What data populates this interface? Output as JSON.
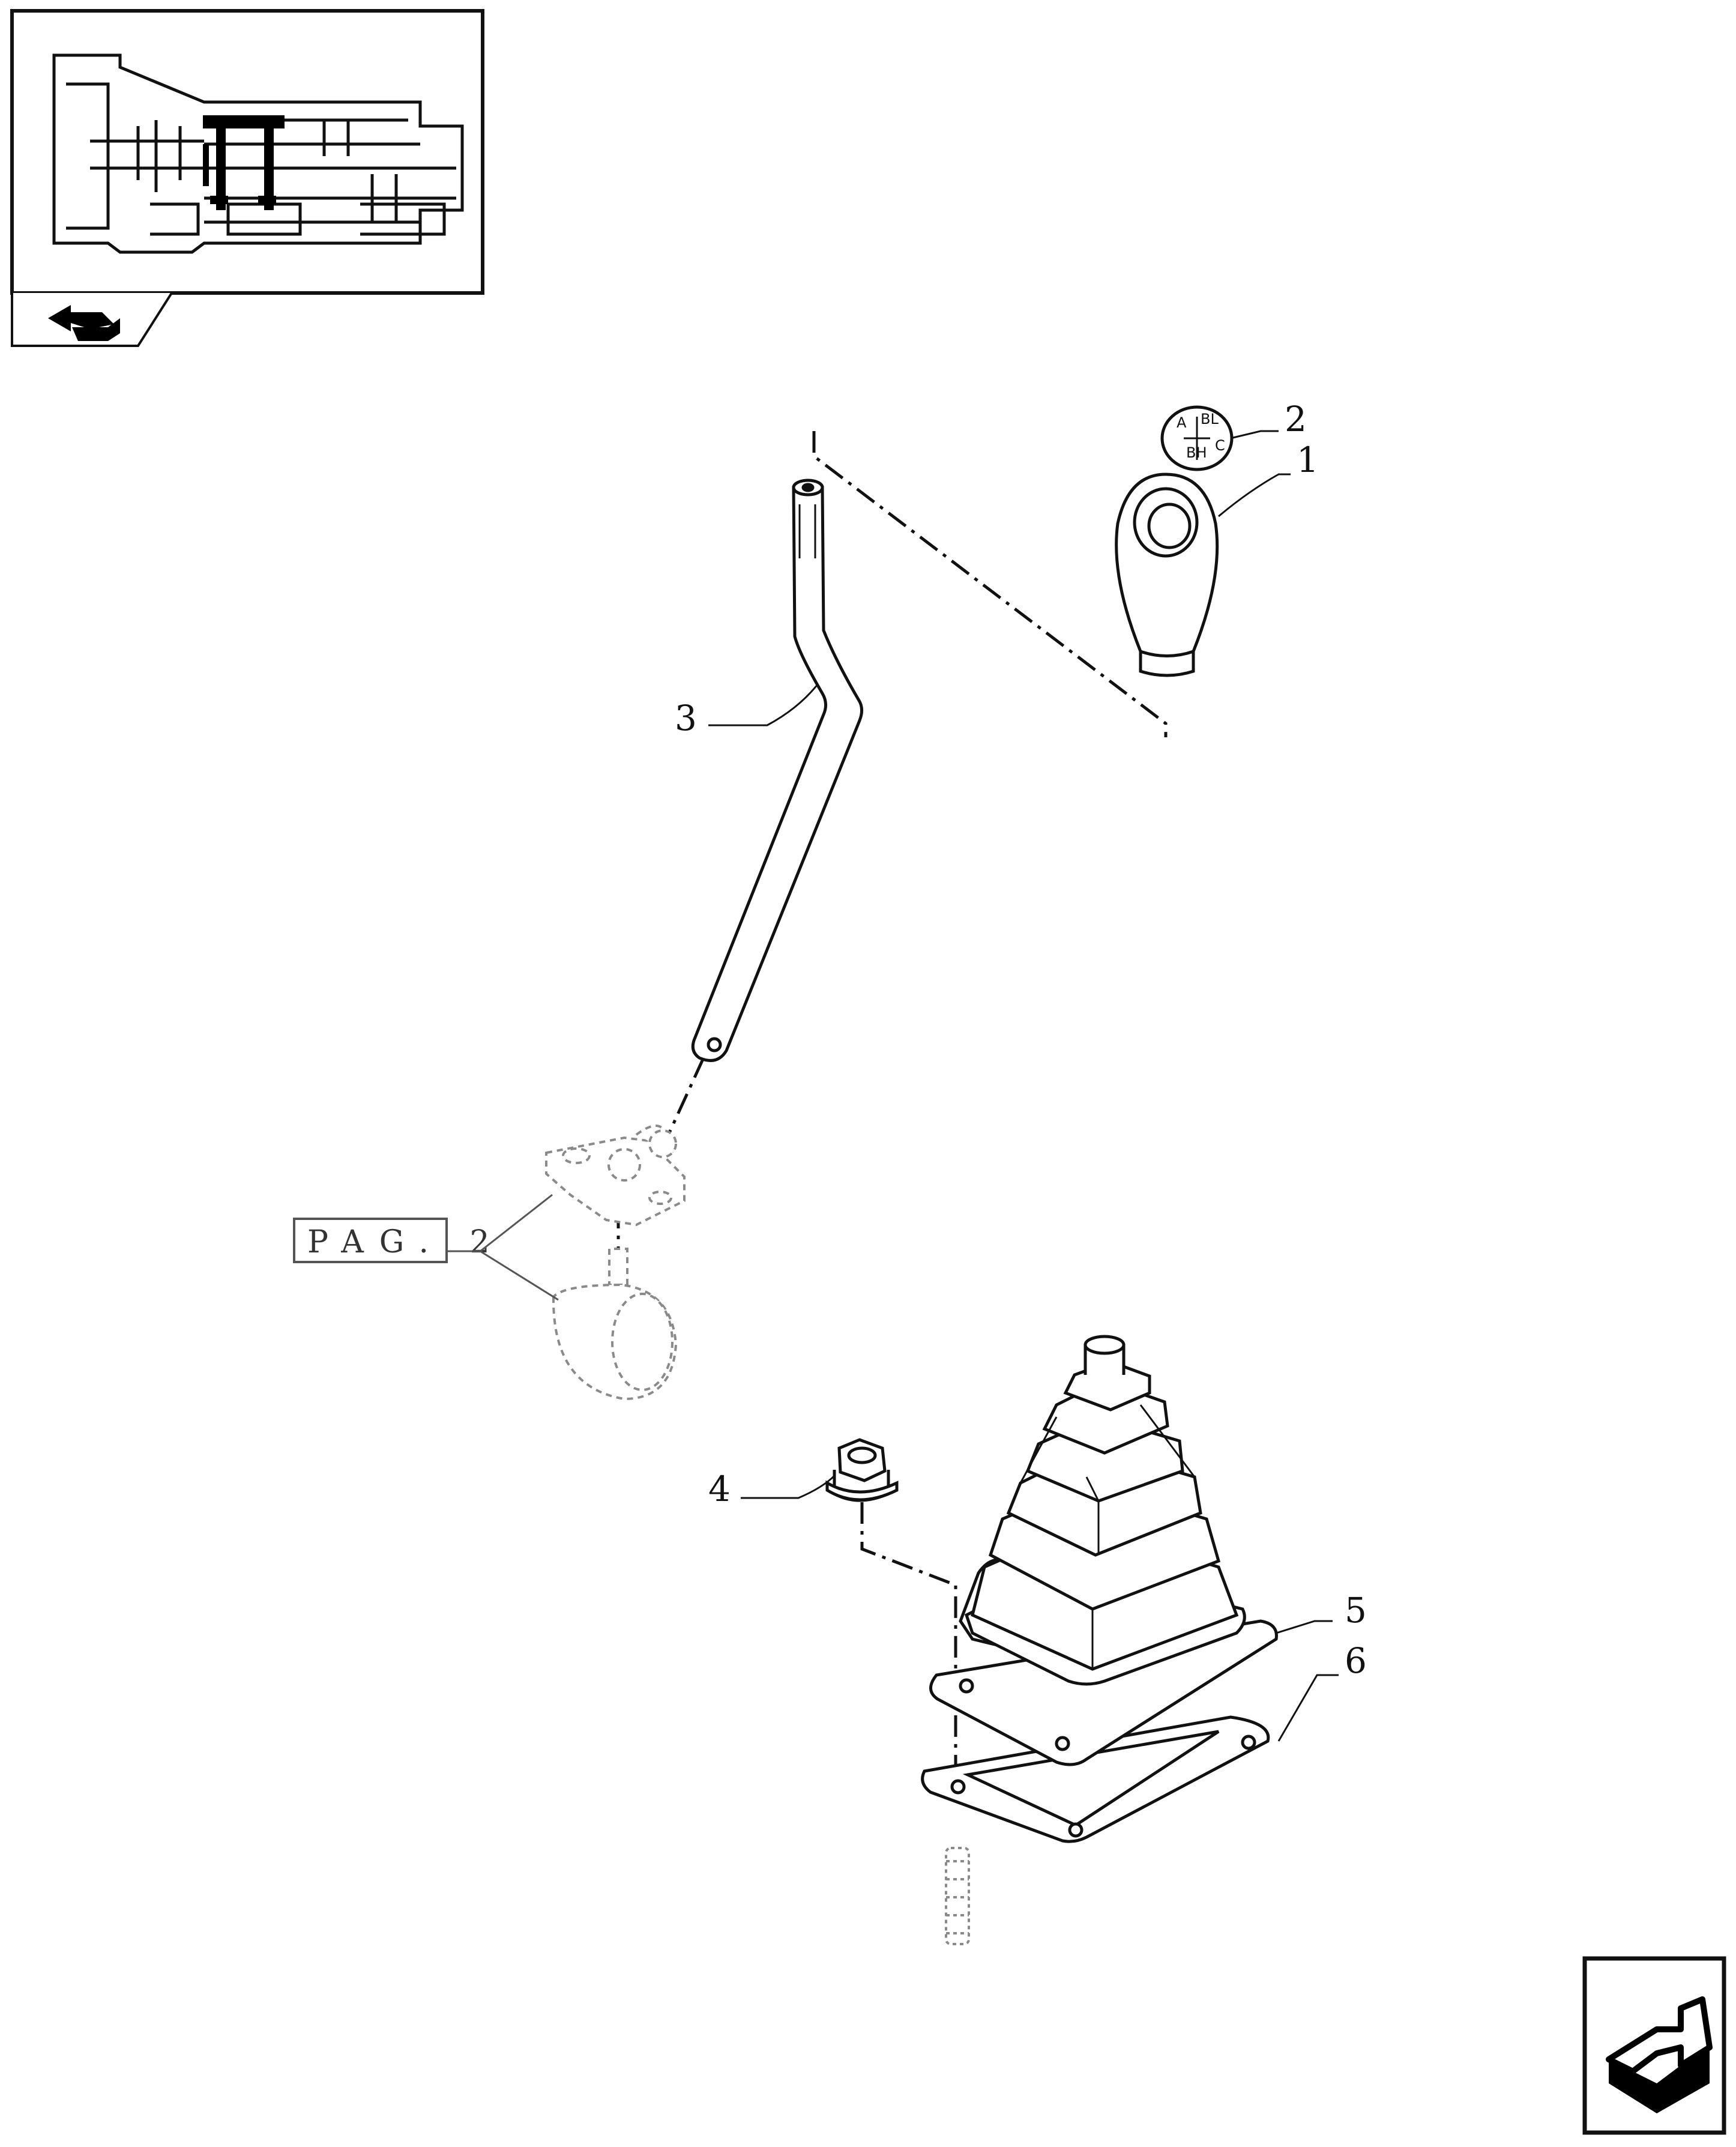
{
  "callouts": [
    {
      "id": "1",
      "label": "1"
    },
    {
      "id": "2",
      "label": "2"
    },
    {
      "id": "3",
      "label": "3"
    },
    {
      "id": "4",
      "label": "4"
    },
    {
      "id": "5",
      "label": "5"
    },
    {
      "id": "6",
      "label": "6"
    }
  ],
  "reference": {
    "label": "PAG. 2"
  },
  "knob_cap": {
    "a": "A",
    "bl": "BL",
    "bh": "BH",
    "c": "C"
  },
  "nav": {
    "previous_icon": "arrow-back-icon",
    "next_icon": "arrow-next-icon"
  },
  "colors": {
    "line": "#111111",
    "ghost": "#8a8a8a",
    "background": "#ffffff"
  }
}
